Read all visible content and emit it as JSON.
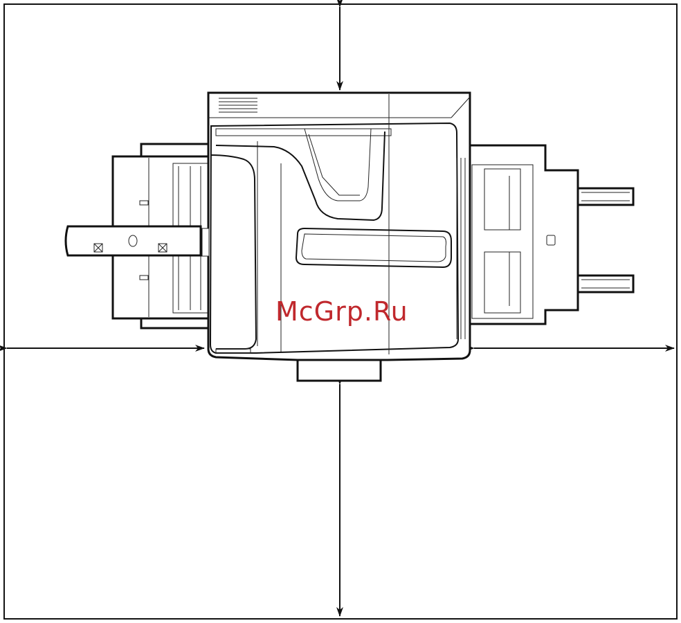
{
  "watermark": {
    "text": "McGrp.Ru",
    "color": "#c0282d"
  },
  "icons": [
    "up-down-arrow",
    "left-right-arrow",
    "printer-top-view"
  ]
}
